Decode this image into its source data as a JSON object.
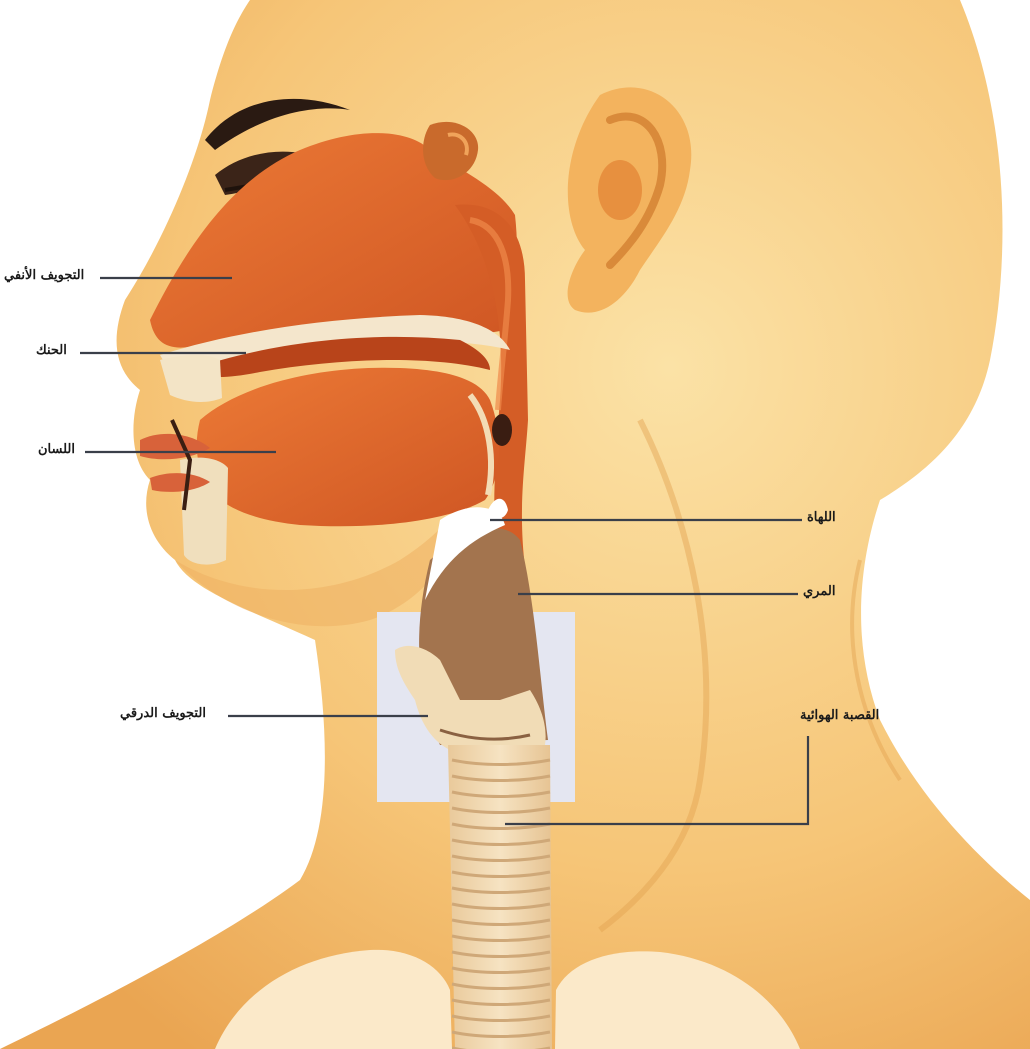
{
  "labels": {
    "nasal_cavity": "التجويف الأنفي",
    "palate": "الحنك",
    "tongue": "اللسان",
    "uvula": "اللهاة",
    "esophagus": "المري",
    "laryngeal_cavity": "التجويف الدرقي",
    "trachea": "القصبة الهوائية"
  },
  "colors": {
    "skin": "#f7c97a",
    "skin_shadow": "#e9a94f",
    "soft_tissue": "#e0662a",
    "soft_tissue_dark": "#b8441a",
    "cartilage": "#f3dcb5",
    "background_panel": "#e4e6f1",
    "leader_line": "#3a3f4a"
  }
}
